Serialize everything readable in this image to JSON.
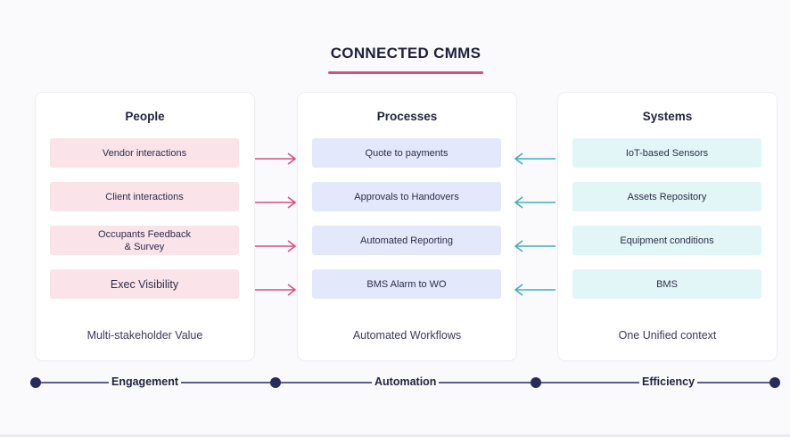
{
  "title": "CONNECTED CMMS",
  "colors": {
    "accent": "#d64f80",
    "people_pill": "#fbe3ea",
    "process_pill": "#e4e8fb",
    "systems_pill": "#e2f6f7",
    "pink_arrow": "#d64f80",
    "teal_arrow": "#3fb0bc",
    "timeline": "#2a2b5c"
  },
  "columns": [
    {
      "title": "People",
      "items": [
        "Vendor interactions",
        "Client interactions",
        "Occupants Feedback\n& Survey",
        "Exec Visibility"
      ],
      "footer": "Multi-stakeholder Value"
    },
    {
      "title": "Processes",
      "items": [
        "Quote to payments",
        "Approvals to Handovers",
        "Automated Reporting",
        "BMS Alarm to WO"
      ],
      "footer": "Automated Workflows"
    },
    {
      "title": "Systems",
      "items": [
        "IoT-based Sensors",
        "Assets Repository",
        "Equipment conditions",
        "BMS"
      ],
      "footer": "One Unified context"
    }
  ],
  "arrows": {
    "people_to_processes": "arrow-right-icon",
    "systems_to_processes": "arrow-left-icon"
  },
  "timeline": {
    "labels": [
      "Engagement",
      "Automation",
      "Efficiency"
    ]
  }
}
